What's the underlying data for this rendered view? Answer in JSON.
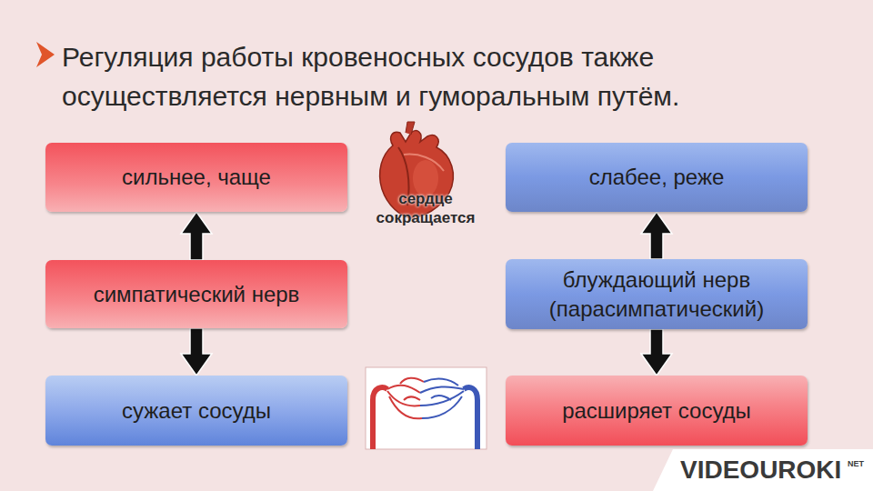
{
  "diagram": {
    "title": "Регуляция работы кровеносных сосудов также осуществляется нервным и гуморальным путём.",
    "nodes": [
      {
        "text": [
          "сильнее, чаще"
        ]
      },
      {
        "text": [
          "слабее, реже"
        ]
      },
      {
        "text": [
          "симпатический нерв"
        ]
      },
      {
        "text": [
          "блуждающий нерв (парасимпатический)"
        ]
      },
      {
        "text": [
          "сужает сосуды"
        ]
      },
      {
        "text": [
          "расширяет сосуды"
        ]
      }
    ],
    "edges": [
      {
        "from": 2,
        "to": 0,
        "arrow": "to"
      },
      {
        "from": 2,
        "to": 4,
        "arrow": "to"
      },
      {
        "from": 3,
        "to": 1,
        "arrow": "to"
      },
      {
        "from": 3,
        "to": 5,
        "arrow": "to"
      }
    ],
    "labels": [
      "сердце сокращается",
      "VIDEOUROKI",
      "NET"
    ]
  }
}
